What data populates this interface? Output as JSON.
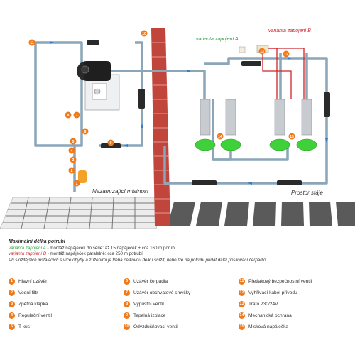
{
  "labels": {
    "variant_a": "varianta zapojení A",
    "variant_b": "varianta zapojení B",
    "room_unfrozen": "Nezamrzající místnost",
    "room_stable": "Prostor stáje"
  },
  "info": {
    "title": "Maximální délka potrubí",
    "line_a_prefix": "varianta zapojení A",
    "line_a_text": " - montáž napáječek do série: až 15 napáječek + cca 160 m porubí",
    "line_b_prefix": "varianta zapojení B",
    "line_b_text": " - montáž napáječek paralelně: cca 250 m potrubí",
    "note": "Při složitějších instalacích s více ohyby a zúženími je třeba celkovou délku snížit, nebo lze na potrubí přidat další posilovací čerpadlo."
  },
  "legend": [
    {
      "n": "1",
      "label": "Hlavní uzávěr"
    },
    {
      "n": "2",
      "label": "Vodní filtr"
    },
    {
      "n": "3",
      "label": "Zpětná klapka"
    },
    {
      "n": "4",
      "label": "Regulační ventil"
    },
    {
      "n": "5",
      "label": "T kus"
    },
    {
      "n": "6",
      "label": "Uzávěr čerpadla"
    },
    {
      "n": "7",
      "label": "Uzávěr obchvatové smyčky"
    },
    {
      "n": "8",
      "label": "Výpustní ventil"
    },
    {
      "n": "9",
      "label": "Tepelná izolace"
    },
    {
      "n": "10",
      "label": "Odvzdušňovací ventil"
    },
    {
      "n": "11",
      "label": "Přetlakový bezpečnostní ventil"
    },
    {
      "n": "12",
      "label": "Vyhřívací kabel přívodu"
    },
    {
      "n": "13",
      "label": "Trafo 230/24V"
    },
    {
      "n": "14",
      "label": "Mechanická ochrana"
    },
    {
      "n": "15",
      "label": "Misková napáječka"
    }
  ],
  "callouts": [
    "1",
    "2",
    "3",
    "4",
    "5",
    "6",
    "7",
    "8",
    "9",
    "10",
    "11",
    "12",
    "13",
    "14",
    "15"
  ],
  "colors": {
    "pipe": "#8aa6b8",
    "insulation": "#2a2a2a",
    "badge": "#f07a1a",
    "brick": "#c2453c",
    "floor": "#5a5a5a",
    "bowl": "#3fd13a",
    "heater_cable": "#d1232a",
    "variant_a": "#2e9e3a",
    "variant_b": "#d1232a"
  }
}
